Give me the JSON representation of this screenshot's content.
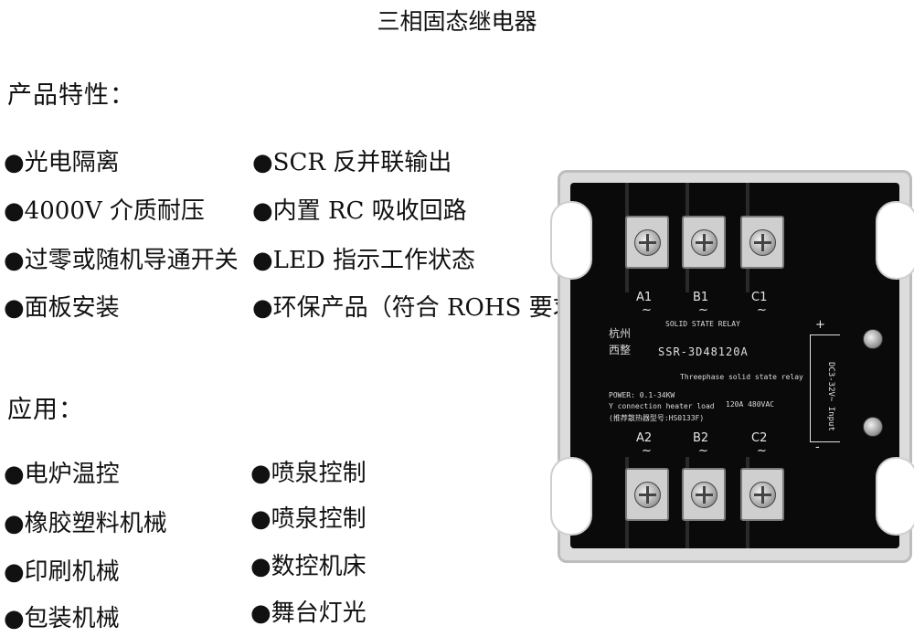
{
  "title": "三相固态继电器",
  "features": {
    "heading": "产品特性：",
    "left": [
      "●光电隔离",
      "●4000V 介质耐压",
      "●过零或随机导通开关",
      "●面板安装"
    ],
    "right": [
      "●SCR 反并联输出",
      "●内置 RC 吸收回路",
      "●LED 指示工作状态",
      "●环保产品（符合 ROHS 要求）"
    ]
  },
  "applications": {
    "heading": "应用：",
    "left": [
      "●电炉温控",
      "●橡胶塑料机械",
      "●印刷机械",
      "●包装机械"
    ],
    "right": [
      "●喷泉控制",
      "●喷泉控制",
      "●数控机床",
      "●舞台灯光"
    ]
  },
  "relay": {
    "brand_line1": "杭州",
    "brand_line2": "西整",
    "top_terminals": [
      "A1",
      "B1",
      "C1"
    ],
    "bottom_terminals": [
      "A2",
      "B2",
      "C2"
    ],
    "tilde": "~",
    "header_text": "SOLID STATE RELAY",
    "model": "SSR-3D48120A",
    "type_text": "Threephase solid state relay",
    "rating": "120A 480VAC",
    "power": "POWER: 0.1-34KW",
    "connection": "Y connection heater load",
    "note": "(推荐散热器型号:HS0133F)",
    "control_label": "DC3-32V~ Input",
    "plus": "+",
    "minus": "-"
  }
}
